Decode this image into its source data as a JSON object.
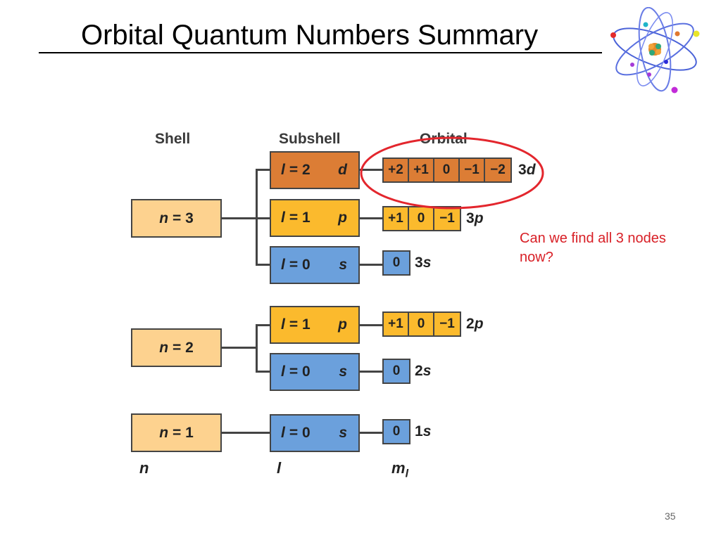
{
  "slide": {
    "title": "Orbital Quantum Numbers Summary",
    "page_number": "35",
    "note": "Can we find all 3 nodes now?"
  },
  "headers": {
    "shell": "Shell",
    "subshell": "Subshell",
    "orbital": "Orbital"
  },
  "axis_labels": {
    "n": "n",
    "l": "l",
    "ml": "m",
    "ml_sub": "l"
  },
  "shells": [
    {
      "n_label": "n",
      "n_value": "= 3"
    },
    {
      "n_label": "n",
      "n_value": "= 2"
    },
    {
      "n_label": "n",
      "n_value": "= 1"
    }
  ],
  "subshells": [
    {
      "l_label": "l",
      "l_value": "= 2",
      "letter": "d"
    },
    {
      "l_label": "l",
      "l_value": "= 1",
      "letter": "p"
    },
    {
      "l_label": "l",
      "l_value": "= 0",
      "letter": "s"
    },
    {
      "l_label": "l",
      "l_value": "= 1",
      "letter": "p"
    },
    {
      "l_label": "l",
      "l_value": "= 0",
      "letter": "s"
    },
    {
      "l_label": "l",
      "l_value": "= 0",
      "letter": "s"
    }
  ],
  "orbitals": [
    {
      "values": [
        "+2",
        "+1",
        "0",
        "−1",
        "−2"
      ],
      "name_num": "3",
      "name_letter": "d"
    },
    {
      "values": [
        "+1",
        "0",
        "−1"
      ],
      "name_num": "3",
      "name_letter": "p"
    },
    {
      "values": [
        "0"
      ],
      "name_num": "3",
      "name_letter": "s"
    },
    {
      "values": [
        "+1",
        "0",
        "−1"
      ],
      "name_num": "2",
      "name_letter": "p"
    },
    {
      "values": [
        "0"
      ],
      "name_num": "2",
      "name_letter": "s"
    },
    {
      "values": [
        "0"
      ],
      "name_num": "1",
      "name_letter": "s"
    }
  ],
  "colors": {
    "shell_fill": "#fdd28f",
    "d_fill": "#dc7d35",
    "p_fill": "#fbba2d",
    "s_fill": "#6ba0dc",
    "highlight": "#e3262d",
    "note_text": "#d81f26"
  },
  "decoration": {
    "logo": "atom-icon"
  }
}
